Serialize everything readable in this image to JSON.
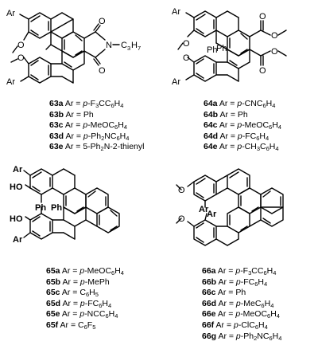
{
  "panels": [
    {
      "id": "63",
      "atoms": [
        "Ar",
        "O",
        "O",
        "Ar",
        "O",
        "O",
        "N",
        "C",
        "3",
        "H",
        "7"
      ],
      "labels": [
        {
          "num": "63a",
          "pre": "Ar = ",
          "it": "p",
          "rest": "-F3CC6H4"
        },
        {
          "num": "63b",
          "pre": "Ar = Ph",
          "it": "",
          "rest": ""
        },
        {
          "num": "63c",
          "pre": "Ar = ",
          "it": "p",
          "rest": "-MeOC6H4"
        },
        {
          "num": "63d",
          "pre": "Ar = ",
          "it": "p",
          "rest": "-Ph2NC6H4"
        },
        {
          "num": "63e",
          "pre": "Ar = 5-Ph2N-2-thienyl",
          "it": "",
          "rest": ""
        }
      ]
    },
    {
      "id": "64",
      "atoms": [
        "Ar",
        "O",
        "Ph",
        "Ph",
        "O",
        "Ar",
        "O",
        "O",
        "O",
        "O"
      ],
      "labels": [
        {
          "num": "64a",
          "pre": "Ar = ",
          "it": "p",
          "rest": "-CNC6H4"
        },
        {
          "num": "64b",
          "pre": "Ar = Ph",
          "it": "",
          "rest": ""
        },
        {
          "num": "64c",
          "pre": "Ar = ",
          "it": "p",
          "rest": "-MeOC6H4"
        },
        {
          "num": "64d",
          "pre": "Ar = ",
          "it": "p",
          "rest": "-FC6H4"
        },
        {
          "num": "64e",
          "pre": "Ar = ",
          "it": "p",
          "rest": "-CH3C6H4"
        }
      ]
    },
    {
      "id": "65",
      "atoms": [
        "Ar",
        "HO",
        "Ph",
        "Ph",
        "HO",
        "Ar"
      ],
      "labels": [
        {
          "num": "65a",
          "pre": "Ar = ",
          "it": "p",
          "rest": "-MeOC6H4"
        },
        {
          "num": "65b",
          "pre": "Ar = ",
          "it": "p",
          "rest": "-MePh"
        },
        {
          "num": "65c",
          "pre": "Ar = C6H5",
          "it": "",
          "rest": ""
        },
        {
          "num": "65d",
          "pre": "Ar = ",
          "it": "p",
          "rest": "-FC6H4"
        },
        {
          "num": "65e",
          "pre": "Ar = ",
          "it": "p",
          "rest": "-NCC6H4"
        },
        {
          "num": "65f",
          "pre": "Ar = C6F5",
          "it": "",
          "rest": ""
        }
      ]
    },
    {
      "id": "66",
      "atoms": [
        "O",
        "Ar",
        "Ar",
        "O"
      ],
      "labels": [
        {
          "num": "66a",
          "pre": "Ar = ",
          "it": "p",
          "rest": "-F3CC6H4"
        },
        {
          "num": "66b",
          "pre": "Ar = ",
          "it": "p",
          "rest": "-FC6H4"
        },
        {
          "num": "66c",
          "pre": "Ar = Ph",
          "it": "",
          "rest": ""
        },
        {
          "num": "66d",
          "pre": "Ar = ",
          "it": "p",
          "rest": "-MeC6H4"
        },
        {
          "num": "66e",
          "pre": "Ar = ",
          "it": "p",
          "rest": "-MeOC6H4"
        },
        {
          "num": "66f",
          "pre": "Ar = ",
          "it": "p",
          "rest": "-ClC6H4"
        },
        {
          "num": "66g",
          "pre": "Ar = ",
          "it": "p",
          "rest": "-Ph2NC6H4"
        }
      ]
    }
  ]
}
